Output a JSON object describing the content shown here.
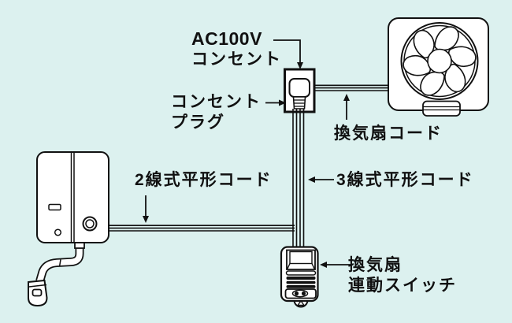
{
  "diagram": {
    "colors": {
      "background": "#dcf1ef",
      "line": "#111111",
      "fill": "#ffffff"
    },
    "labels": {
      "ac_outlet": {
        "line1": "AC100V",
        "line2": "コンセント"
      },
      "plug": {
        "line1": "コンセント",
        "line2": "プラグ"
      },
      "fan_cord": "換気扇コード",
      "two_wire_cord": "2線式平形コード",
      "three_wire_cord": "3線式平形コード",
      "switch": {
        "line1": "換気扇",
        "line2": "連動スイッチ"
      }
    }
  }
}
